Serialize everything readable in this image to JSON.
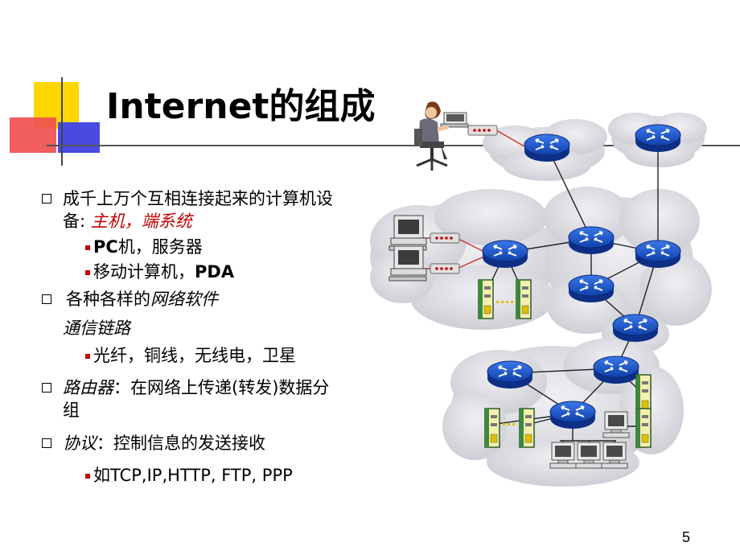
{
  "slide": {
    "title": "Internet的组成",
    "page_number": "5"
  },
  "bullets": {
    "b1_text": "成千上万个互相连接起来的计算机设",
    "b1_cont_prefix": "备: ",
    "b1_cont_highlight": "主机，端系统",
    "b1_sub1_bold": "PC",
    "b1_sub1_rest": "机，服务器",
    "b1_sub2_pre": "移动计算机，",
    "b1_sub2_bold": "PDA",
    "b2_text_pre": "各种各样的",
    "b2_text_it": "网络软件",
    "b2_cont_it": "通信链路",
    "b2_sub1": "光纤，铜线，无线电，卫星",
    "b3_it": "路由器",
    "b3_rest": "：在网络上传递(转发)数据分",
    "b3_cont": "组",
    "b4_it": "协议",
    "b4_rest": "：控制信息的发送接收",
    "b4_sub1_cjk": "如",
    "b4_sub1_rest": "TCP,IP,HTTP, FTP, PPP"
  },
  "colors": {
    "accent_red": "#c00000",
    "deco_yellow": "#ffd700",
    "deco_red": "#f05050",
    "deco_blue": "#4a4ae0",
    "router_blue": "#1f5bd6",
    "cloud": "#d9d9de",
    "server_green": "#3a8a3a"
  },
  "icons": [
    "router-icon",
    "workstation-icon",
    "server-icon",
    "laptop-icon",
    "modem-icon",
    "user-figure-icon"
  ]
}
